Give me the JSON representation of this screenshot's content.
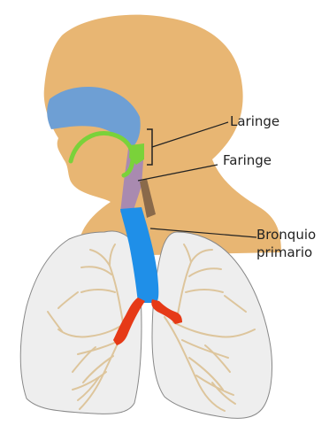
{
  "labels": {
    "larynx": "Laringe",
    "pharynx": "Faringe",
    "bronchus_line1": "Bronquio",
    "bronchus_line2": "primario"
  },
  "colors": {
    "head_skin": "#e8b673",
    "nasal_cavity": "#6e9fd4",
    "tongue_palate_line": "#7ad23a",
    "pharynx_fill": "#a98ab0",
    "esophagus": "#8a6a4a",
    "trachea": "#1f8fe8",
    "bronchus": "#e63a17",
    "lung_fill": "#eeeeee",
    "lung_outline": "#888888",
    "bronchiole_tree": "#ddc59c",
    "leader_line": "#222222"
  }
}
